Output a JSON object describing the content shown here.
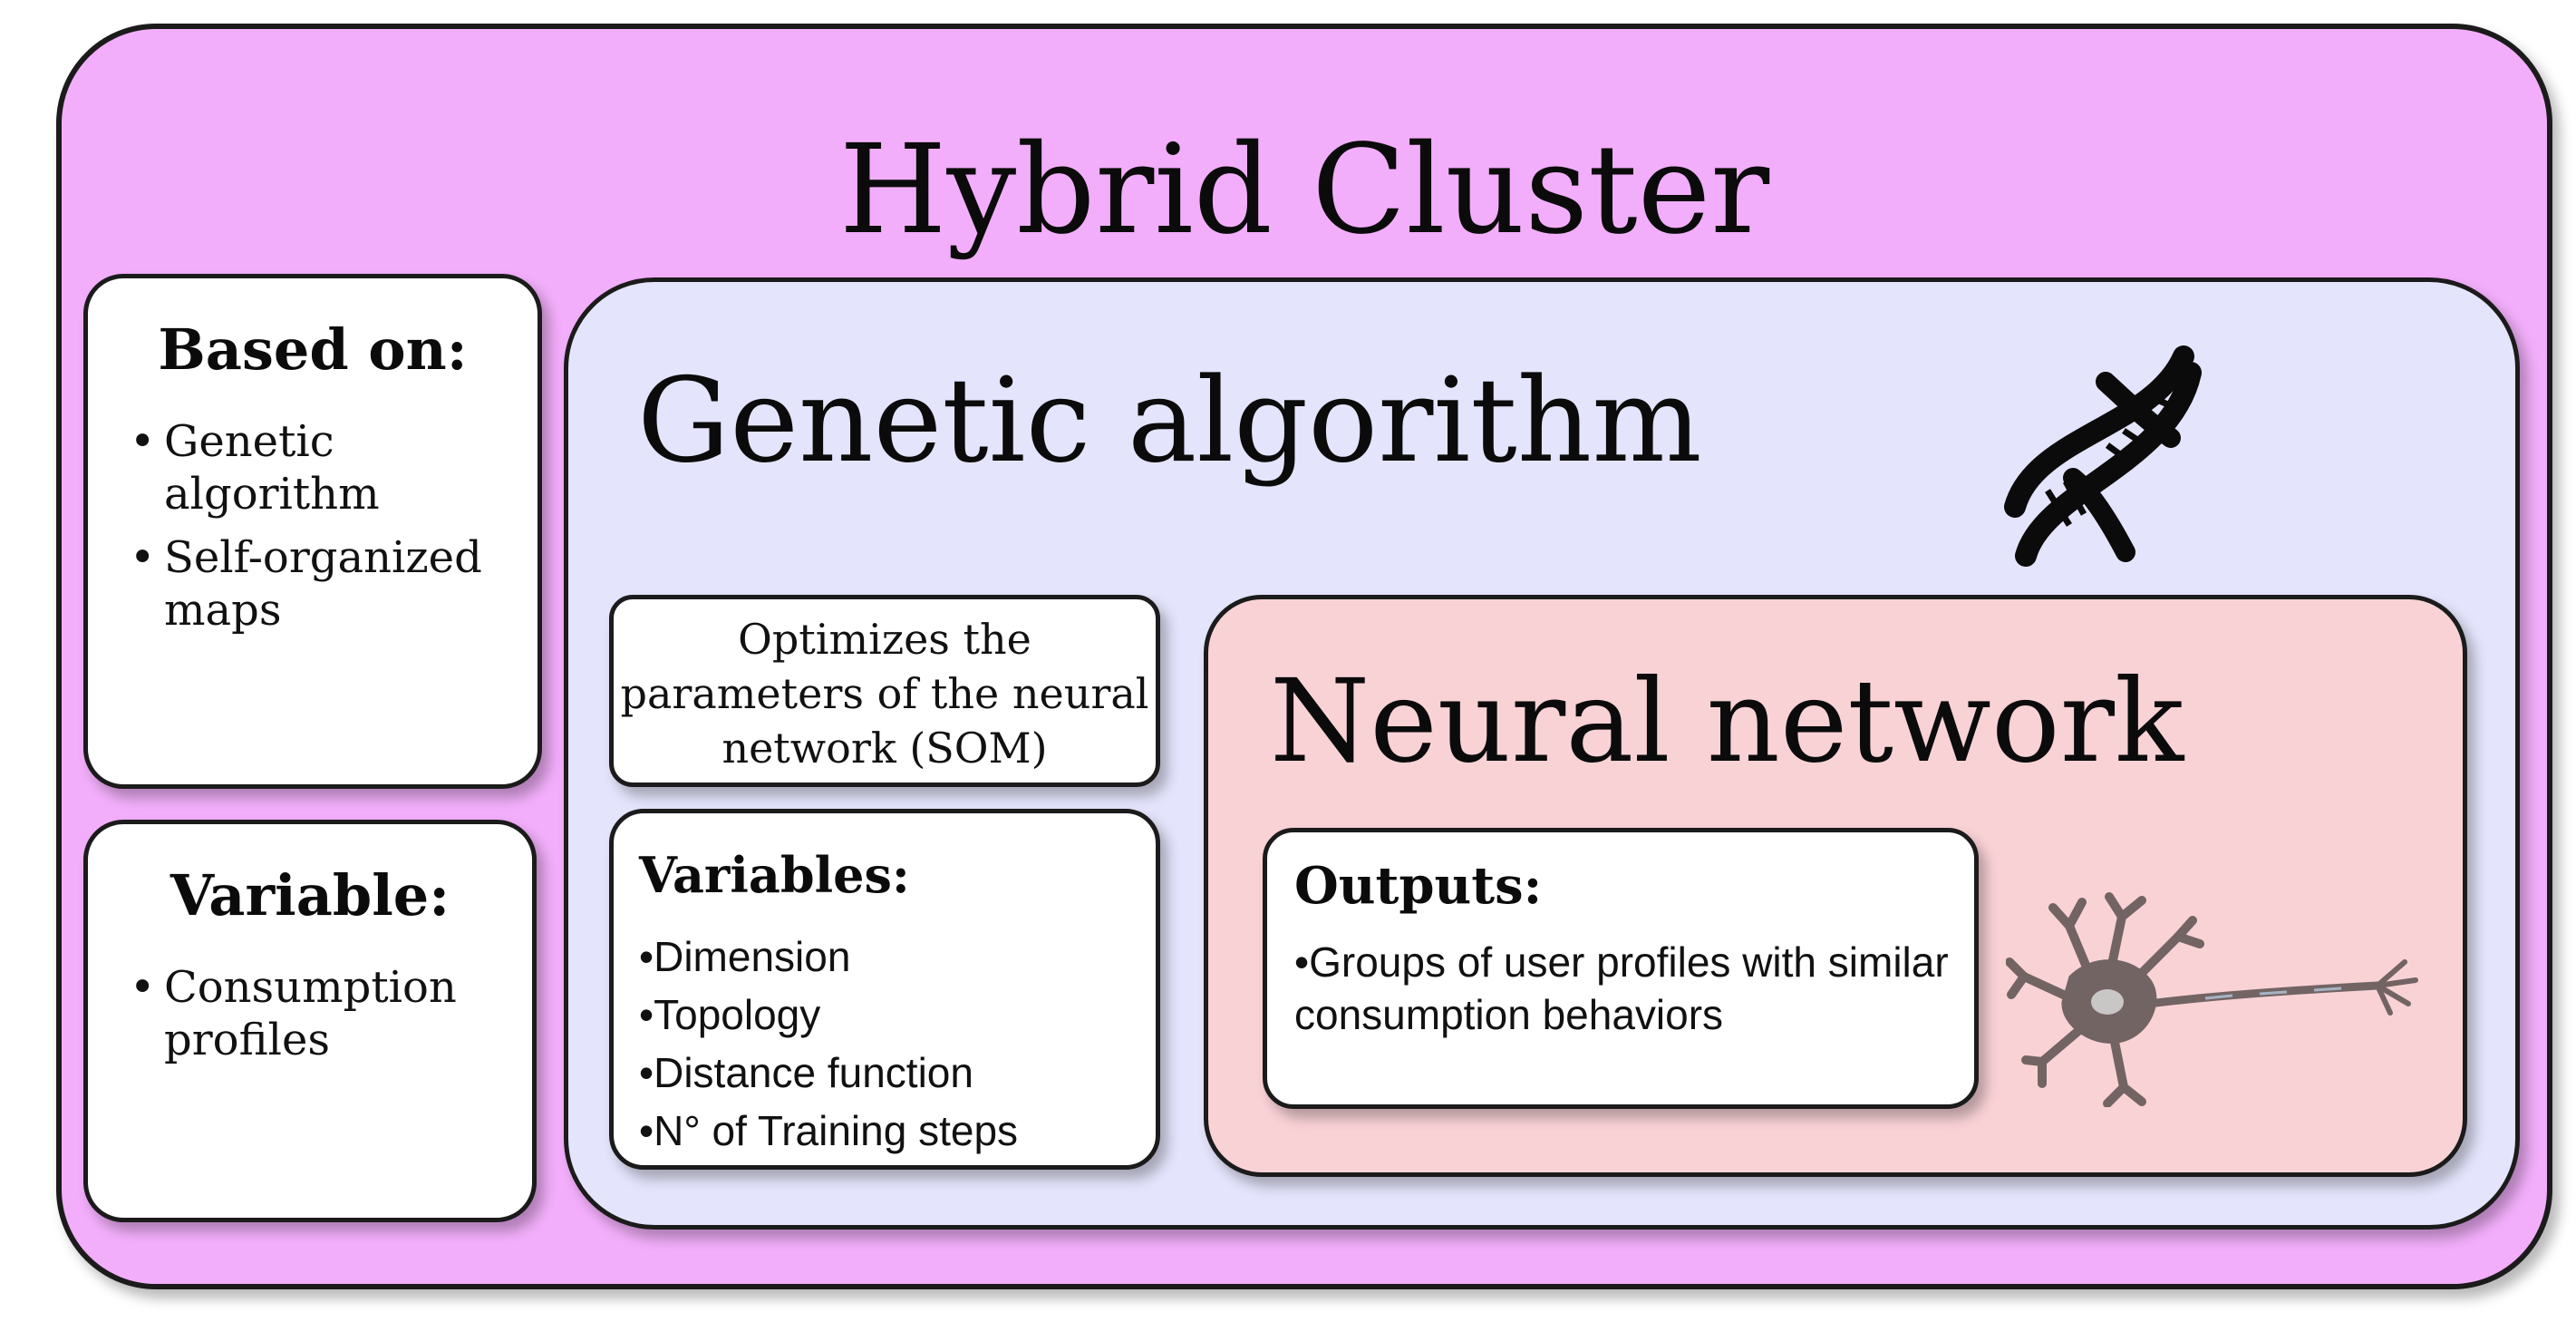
{
  "colors": {
    "hybrid_fill": "#f2aefa",
    "genetic_fill": "#e4e4fc",
    "neural_fill": "#f9d2d6",
    "box_fill": "#ffffff",
    "stroke": "#1b1b1b",
    "neuron_fill": "#736464"
  },
  "hybrid": {
    "title": "Hybrid Cluster"
  },
  "based_on": {
    "heading": "Based on:",
    "items": [
      "Genetic algorithm",
      "Self-organized maps"
    ]
  },
  "variable": {
    "heading": "Variable:",
    "items": [
      "Consumption profiles"
    ]
  },
  "genetic": {
    "title": "Genetic algorithm",
    "icon": "dna-icon",
    "optimizes_text": "Optimizes the parameters of the neural network (SOM)",
    "variables_heading": "Variables:",
    "variables": [
      "Dimension",
      "Topology",
      "Distance function",
      "N° of Training steps"
    ]
  },
  "neural": {
    "title": "Neural network",
    "icon": "neuron-icon",
    "outputs_heading": "Outputs:",
    "outputs_text": "•Groups of user profiles with similar consumption behaviors"
  }
}
